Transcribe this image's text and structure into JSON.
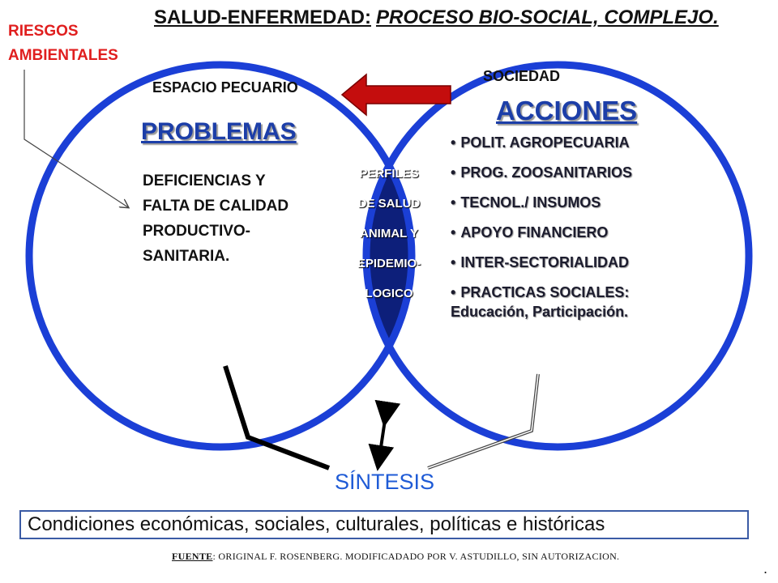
{
  "title": {
    "main": "SALUD-ENFERMEDAD:",
    "italic": "PROCESO BIO-SOCIAL, COMPLEJO."
  },
  "riesgos": {
    "line1": "RIESGOS",
    "line2": "AMBIENTALES"
  },
  "espacio_pecuario": "ESPACIO PECUARIO",
  "sociedad": "SOCIEDAD",
  "problemas": {
    "heading": "PROBLEMAS",
    "lines": [
      "DEFICIENCIAS Y",
      "FALTA DE CALIDAD",
      "PRODUCTIVO-",
      "SANITARIA."
    ]
  },
  "perfiles": {
    "lines": [
      "PERFILES",
      "DE SALUD",
      "ANIMAL Y",
      "EPIDEMIO-",
      "LOGICO"
    ]
  },
  "acciones": {
    "heading": "ACCIONES",
    "bullet": "•",
    "items": [
      "POLIT. AGROPECUARIA",
      "PROG. ZOOSANITARIOS",
      "TECNOL./ INSUMOS",
      "APOYO FINANCIERO",
      "INTER-SECTORIALIDAD",
      "PRACTICAS SOCIALES:"
    ],
    "last_item_continuation": "Educación, Participación."
  },
  "sintesis": "SÍNTESIS",
  "condiciones": "Condiciones económicas, sociales, culturales, políticas e históricas",
  "fuente": {
    "label": "FUENTE",
    "text": ": ORIGINAL  F. ROSENBERG. MODIFICADADO POR V. ASTUDILLO, SIN AUTORIZACION."
  },
  "trailing_dot": ".",
  "colors": {
    "circle_outline": "#1b3fd6",
    "lens_fill": "#0d1f7a",
    "heading_blue": "#1c3ea8",
    "risk_red": "#e01e1e",
    "arrow_red": "#c40d0d",
    "sintesis_blue": "#1f5bd6",
    "box_border": "#3b5ba5"
  }
}
